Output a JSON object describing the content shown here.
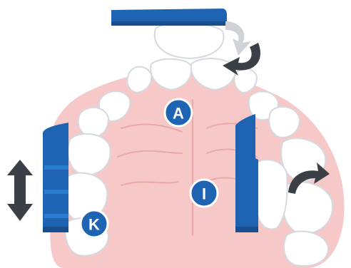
{
  "colors": {
    "palate": "#f6c9c8",
    "palate_line": "#e7a9a8",
    "tooth": "#ffffff",
    "tooth_shadow": "#e8eaed",
    "tooth_outline": "#d6d9de",
    "instrument": "#1f64b2",
    "instrument_shade": "#164e8e",
    "instrument_band": "#2c7ccf",
    "label_circle": "#1f64b2",
    "label_text": "#ffffff",
    "arrow_dark": "#3b4046",
    "arrow_light": "#cfd3d8"
  },
  "labels": {
    "a": "A",
    "i": "I",
    "k": "K"
  },
  "icons": {
    "rotate_arrow_light": "curved-arrow-icon",
    "rotate_arrow_dark": "curved-arrow-icon",
    "vertical_arrow": "double-arrow-vertical-icon",
    "right_arrow": "curved-arrow-right-icon"
  }
}
